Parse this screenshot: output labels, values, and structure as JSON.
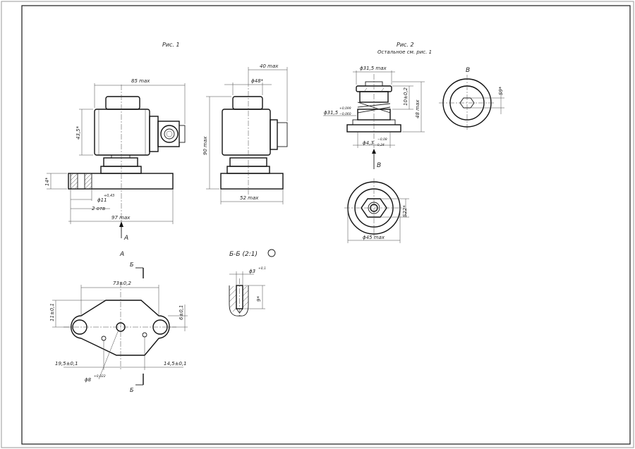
{
  "figures": {
    "fig1": "Рис. 1",
    "fig2": "Рис. 2",
    "fig2_note": "Остальное см. рис. 1"
  },
  "views": {
    "view_a": "A",
    "view_a_arrow": "A",
    "view_v": "В",
    "view_v_arrow": "В",
    "section_bb": "Б-Б (2:1)",
    "cut_b_top": "Б",
    "cut_b_bottom": "Б"
  },
  "dims": {
    "width_85": "85 max",
    "height_43_5": "43,5*",
    "thick_14": "14*",
    "hole_11": "ϕ11",
    "hole_11_tol": "+0,43",
    "holes_2": "2 отв",
    "width_97": "97 max",
    "width_40": "40 max",
    "dia_48": "ϕ48*",
    "height_90": "90 max",
    "width_52": "52 max",
    "dia_31_5_max": "ϕ31,5 max",
    "dia_31_5": "ϕ31,5",
    "dia_31_5_tol_up": "+0,099",
    "dia_31_5_tol_lo": "−0,060",
    "height_10": "10±0,2",
    "height_48": "48 max",
    "dia_4_3": "ϕ4,3",
    "dia_4_3_tol_up": "−0,08",
    "dia_4_3_tol_lo": "−0,24",
    "s9": "S9*",
    "s22": "S22*",
    "dia_45": "ϕ45 max",
    "dia_3": "ϕ3",
    "dia_3_tol": "+0,1",
    "depth_9": "9*",
    "len_73": "73±0,2",
    "h_11": "11±0,1",
    "h_6": "6±0,1",
    "off_19_5": "19,5±0,1",
    "off_14_5": "14,5±0,1",
    "dia_8": "ϕ8",
    "dia_8_tol": "+0,022"
  }
}
